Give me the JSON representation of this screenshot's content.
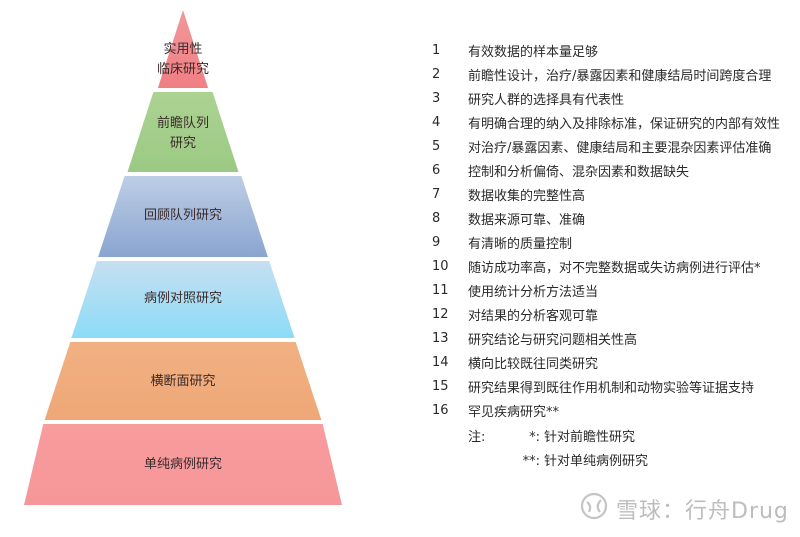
{
  "pyramid": {
    "bands": [
      {
        "label_line1": "实用性",
        "label_line2": "临床研究",
        "color_top": "#f08a8d",
        "color_bottom": "#f27f84"
      },
      {
        "label_line1": "前瞻队列",
        "label_line2": "研究",
        "color_top": "#a8d08d",
        "color_bottom": "#9ccb85"
      },
      {
        "label_line1": "回顾队列研究",
        "label_line2": "",
        "color_top": "#bccde6",
        "color_bottom": "#8ca6cf"
      },
      {
        "label_line1": "病例对照研究",
        "label_line2": "",
        "color_top": "#c3dff2",
        "color_bottom": "#8fdcf6"
      },
      {
        "label_line1": "横断面研究",
        "label_line2": "",
        "color_top": "#f1b080",
        "color_bottom": "#efa878"
      },
      {
        "label_line1": "单纯病例研究",
        "label_line2": "",
        "color_top": "#f79a9c",
        "color_bottom": "#f6979a"
      }
    ]
  },
  "criteria": [
    {
      "num": "1",
      "text": "有效数据的样本量足够"
    },
    {
      "num": "2",
      "text": "前瞻性设计，治疗/暴露因素和健康结局时间跨度合理"
    },
    {
      "num": "3",
      "text": "研究人群的选择具有代表性"
    },
    {
      "num": "4",
      "text": "有明确合理的纳入及排除标准，保证研究的内部有效性"
    },
    {
      "num": "5",
      "text": "对治疗/暴露因素、健康结局和主要混杂因素评估准确"
    },
    {
      "num": "6",
      "text": "控制和分析偏倚、混杂因素和数据缺失"
    },
    {
      "num": "7",
      "text": "数据收集的完整性高"
    },
    {
      "num": "8",
      "text": "数据来源可靠、准确"
    },
    {
      "num": "9",
      "text": "有清晰的质量控制"
    },
    {
      "num": "10",
      "text": "随访成功率高，对不完整数据或失访病例进行评估*"
    },
    {
      "num": "11",
      "text": "使用统计分析方法适当"
    },
    {
      "num": "12",
      "text": "对结果的分析客观可靠"
    },
    {
      "num": "13",
      "text": "研究结论与研究问题相关性高"
    },
    {
      "num": "14",
      "text": "横向比较既往同类研究"
    },
    {
      "num": "15",
      "text": "研究结果得到既往作用机制和动物实验等证据支持"
    },
    {
      "num": "16",
      "text": "罕见疾病研究**"
    }
  ],
  "notes": {
    "label": "注:",
    "items": [
      {
        "marker": "*:",
        "text": "针对前瞻性研究"
      },
      {
        "marker": "**:",
        "text": "针对单纯病例研究"
      }
    ]
  },
  "watermark": {
    "text": "雪球：行舟Drug",
    "icon": "snowball-logo-icon"
  }
}
